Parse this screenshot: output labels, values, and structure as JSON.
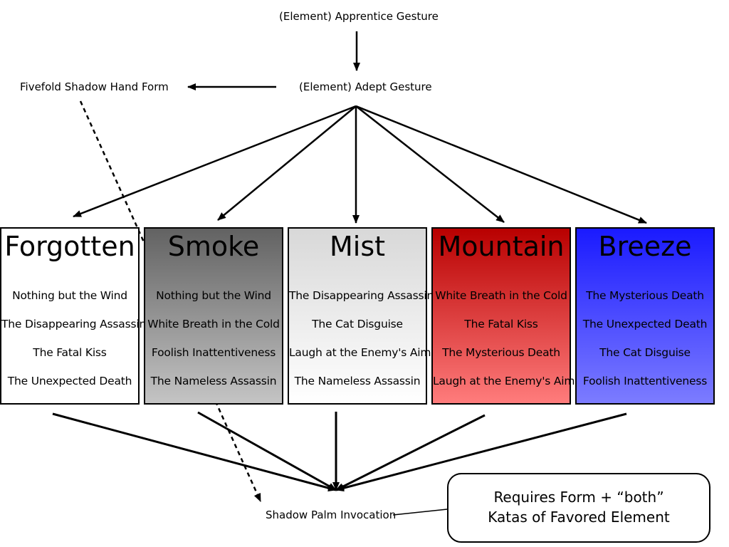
{
  "nodes": {
    "apprentice": "(Element) Apprentice Gesture",
    "adept": "(Element) Adept Gesture",
    "fivefold": "Fivefold Shadow Hand Form",
    "shadow_palm": "Shadow Palm Invocation"
  },
  "boxes": [
    {
      "title": "Forgotten",
      "items": [
        "Nothing but the Wind",
        "The Disappearing Assassin",
        "The Fatal Kiss",
        "The Unexpected Death"
      ],
      "color_top": "#ffffff",
      "color_bottom": "#ffffff"
    },
    {
      "title": "Smoke",
      "items": [
        "Nothing but the Wind",
        "White Breath in the Cold",
        "Foolish Inattentiveness",
        "The Nameless Assassin"
      ],
      "color_top": "#626262",
      "color_bottom": "#c4c4c4"
    },
    {
      "title": "Mist",
      "items": [
        "The Disappearing Assassin",
        "The Cat Disguise",
        "Laugh at the Enemy's Aim",
        "The Nameless Assassin"
      ],
      "color_top": "#d8d8d8",
      "color_bottom": "#ffffff"
    },
    {
      "title": "Mountain",
      "items": [
        "White Breath in the Cold",
        "The Fatal Kiss",
        "The Mysterious Death",
        "Laugh at the Enemy's Aim"
      ],
      "color_top": "#b80000",
      "color_bottom": "#ff7c7c"
    },
    {
      "title": "Breeze",
      "items": [
        "The Mysterious Death",
        "The Unexpected Death",
        "The Cat Disguise",
        "Foolish Inattentiveness"
      ],
      "color_top": "#1a1aff",
      "color_bottom": "#7c7cff"
    }
  ],
  "callout": {
    "line1": "Requires Form + “both”",
    "line2": "Katas of Favored Element"
  }
}
